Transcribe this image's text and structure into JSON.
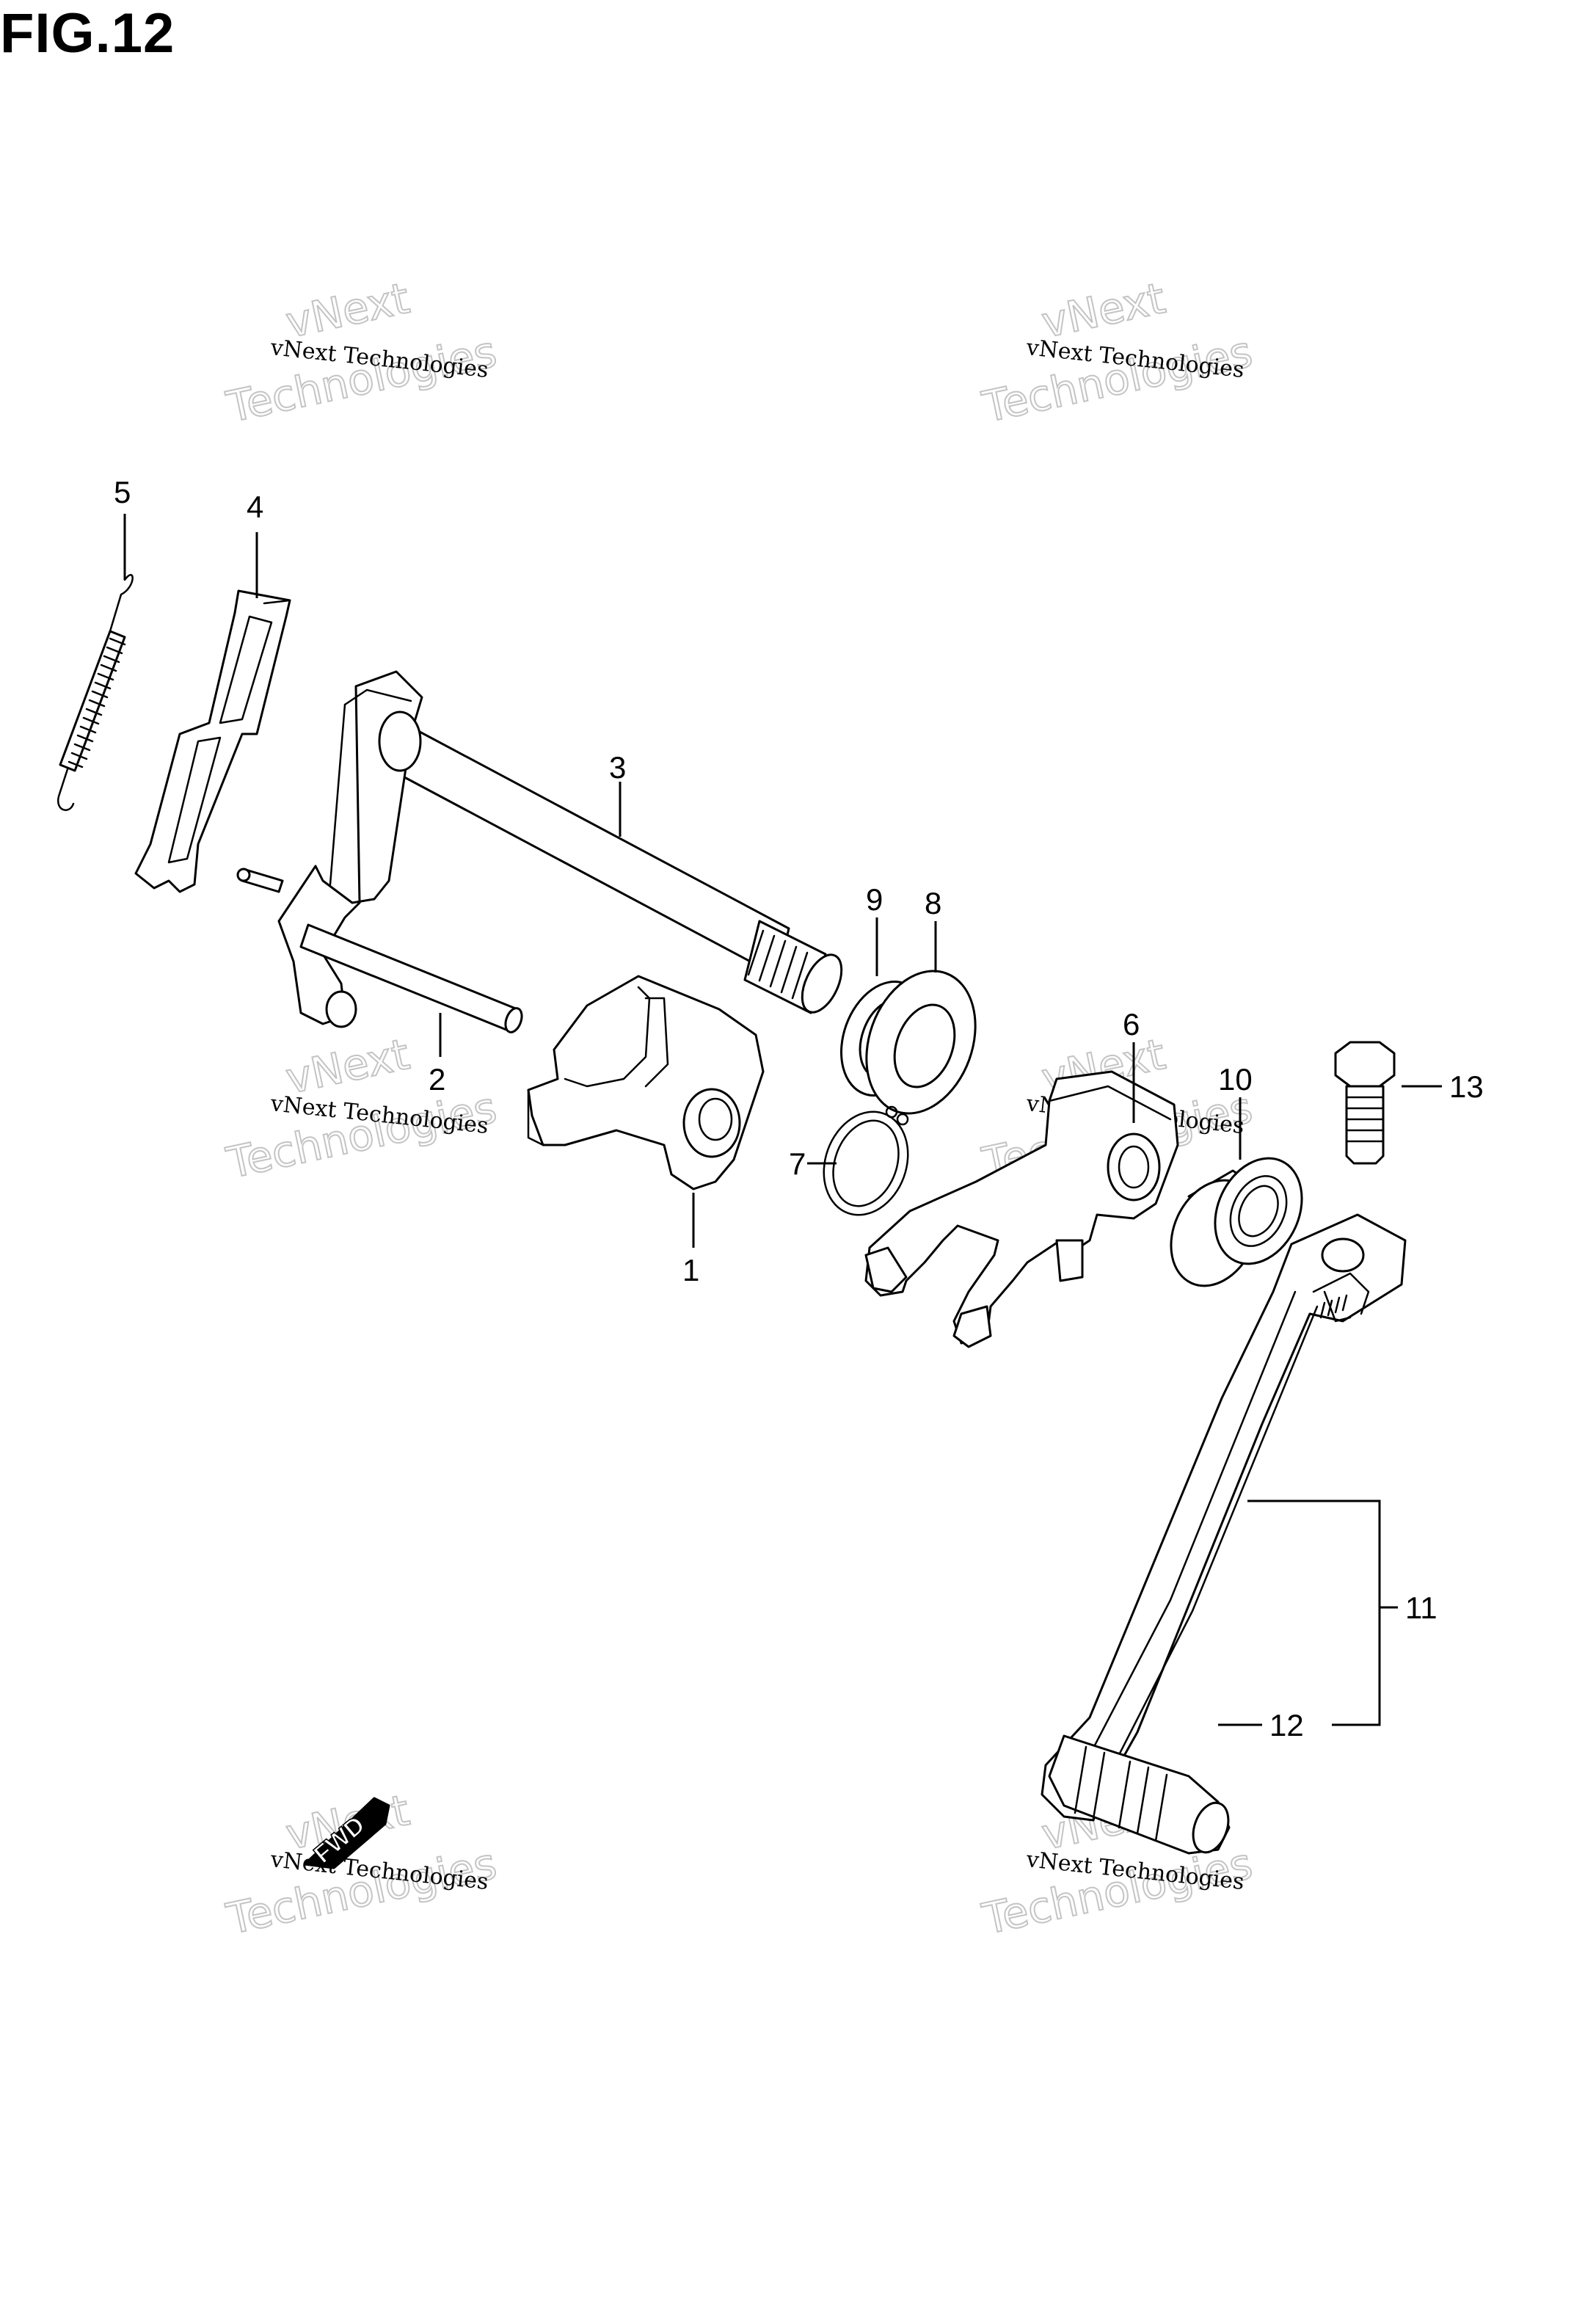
{
  "figure": {
    "title": "FIG.12"
  },
  "watermark": {
    "line1": "vNext Technologies",
    "line2": "vNext",
    "line3": "Technologies"
  },
  "fwd_label": "FWD",
  "callouts": [
    {
      "id": "1",
      "label": "1"
    },
    {
      "id": "2",
      "label": "2"
    },
    {
      "id": "3",
      "label": "3"
    },
    {
      "id": "4",
      "label": "4"
    },
    {
      "id": "5",
      "label": "5"
    },
    {
      "id": "6",
      "label": "6"
    },
    {
      "id": "7",
      "label": "7"
    },
    {
      "id": "8",
      "label": "8"
    },
    {
      "id": "9",
      "label": "9"
    },
    {
      "id": "10",
      "label": "10"
    },
    {
      "id": "11",
      "label": "11"
    },
    {
      "id": "12",
      "label": "12"
    },
    {
      "id": "13",
      "label": "13"
    }
  ]
}
